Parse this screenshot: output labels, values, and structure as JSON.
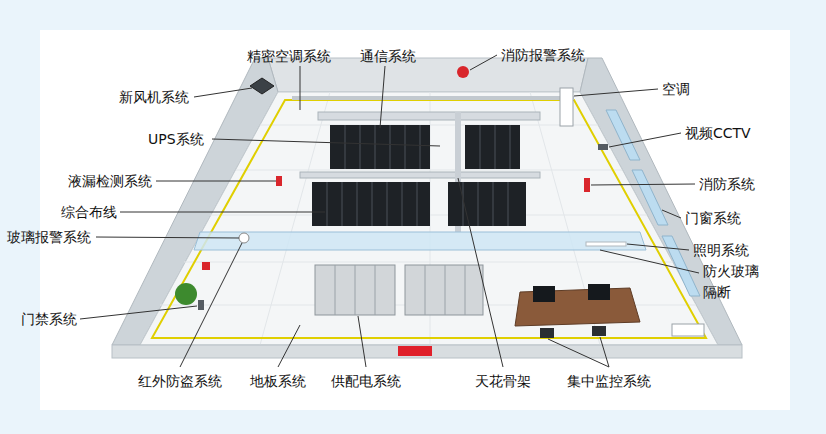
{
  "diagram": {
    "labels": [
      "精密空调系统",
      "通信系统",
      "消防报警系统",
      "新风机系统",
      "空调",
      "UPS系统",
      "视频CCTV",
      "液漏检测系统",
      "消防系统",
      "综合布线",
      "门窗系统",
      "玻璃报警系统",
      "照明系统",
      "防火玻璃 隔断",
      "门禁系统",
      "红外防盗系统",
      "地板系统",
      "供配电系统",
      "天花骨架",
      "集中监控系统"
    ]
  }
}
